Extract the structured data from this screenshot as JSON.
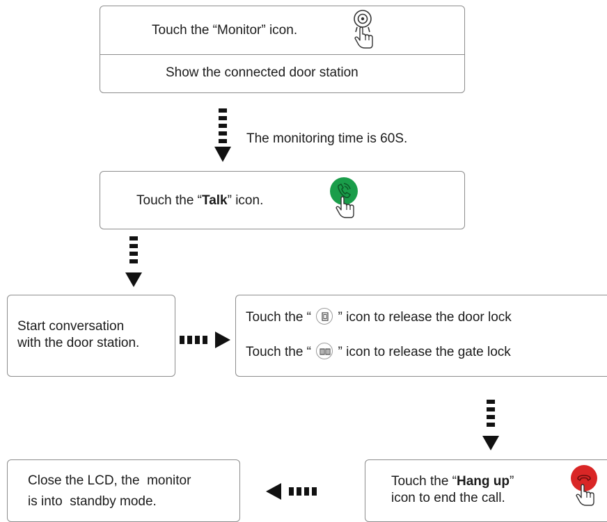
{
  "step1": {
    "instruction": "Touch the “Monitor” icon.",
    "result": "Show the connected door station",
    "icon": "monitor-camera-icon"
  },
  "arrow1": {
    "note": "The monitoring time is 60S."
  },
  "step2": {
    "prefix": "Touch the “",
    "bold": "Talk",
    "suffix": "” icon.",
    "icon": "talk-icon",
    "icon_color": "#1a9d4a"
  },
  "step3": {
    "line1": "Start conversation",
    "line2": "with the door station."
  },
  "step4": {
    "door_prefix": "Touch the “ ",
    "door_suffix": " ” icon to release the door lock",
    "gate_prefix": "Touch the “ ",
    "gate_suffix": " ” icon to release the gate lock",
    "door_icon": "door-unlock-icon",
    "gate_icon": "gate-unlock-icon"
  },
  "step5": {
    "prefix": "Touch the “",
    "bold": "Hang up",
    "suffix": "”",
    "line2": "icon to end the call.",
    "icon": "hang-up-icon",
    "icon_color": "#d92626"
  },
  "step6": {
    "line1": "Close the LCD, the  monitor",
    "line2": "is into  standby mode."
  }
}
